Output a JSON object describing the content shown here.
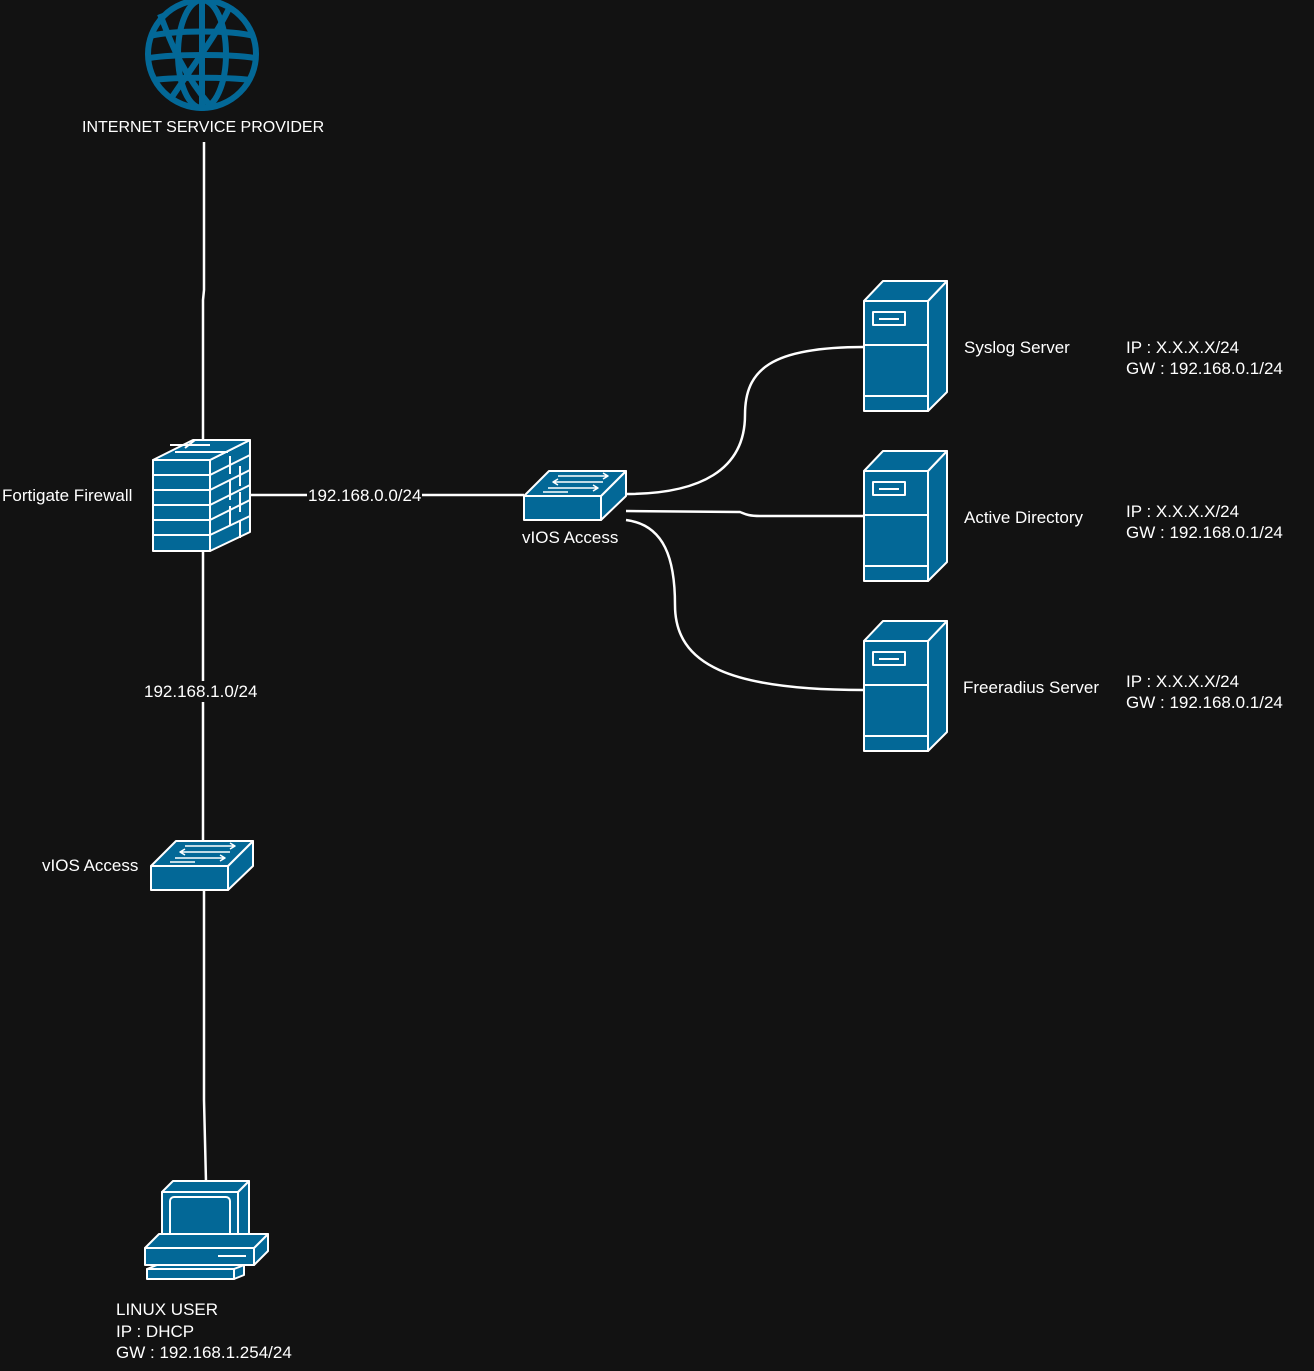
{
  "colors": {
    "background": "#121212",
    "icon_fill": "#036897",
    "line": "#ffffff",
    "text": "#ffffff"
  },
  "nodes": {
    "isp": {
      "icon": "globe-icon",
      "label": "INTERNET SERVICE PROVIDER"
    },
    "firewall": {
      "icon": "firewall-icon",
      "label": "Fortigate Firewall"
    },
    "switch_main": {
      "icon": "switch-icon",
      "label": "vIOS Access"
    },
    "switch_access": {
      "icon": "switch-icon",
      "label": "vIOS Access"
    },
    "syslog": {
      "icon": "server-icon",
      "label": "Syslog Server",
      "ip": "IP : X.X.X.X/24",
      "gw": "GW : 192.168.0.1/24"
    },
    "ad": {
      "icon": "server-icon",
      "label": "Active Directory",
      "ip": "IP : X.X.X.X/24",
      "gw": "GW : 192.168.0.1/24"
    },
    "radius": {
      "icon": "server-icon",
      "label": "Freeradius Server",
      "ip": "IP : X.X.X.X/24",
      "gw": "GW : 192.168.0.1/24"
    },
    "linux_user": {
      "icon": "workstation-icon",
      "label": "LINUX USER",
      "ip": "IP : DHCP",
      "gw": "GW : 192.168.1.254/24"
    }
  },
  "links": {
    "lan0": "192.168.0.0/24",
    "lan1": "192.168.1.0/24"
  }
}
